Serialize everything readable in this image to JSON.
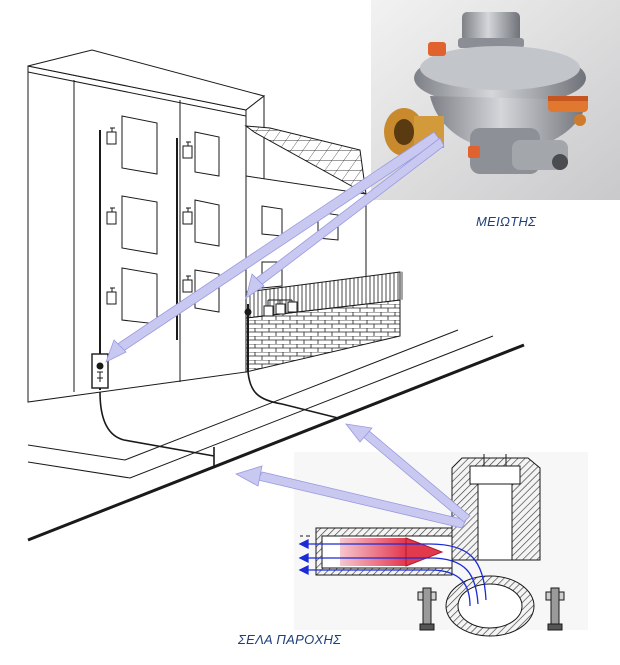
{
  "labels": {
    "regulator": "ΜΕΙΩΤΗΣ",
    "service_saddle": "ΣΕΛΑ ΠΑΡΟΧΗΣ"
  },
  "colors": {
    "line": "#1a1a1a",
    "arrow": "#c8c8f0",
    "arrow_edge": "#9a9ae0",
    "caption": "#1f3f7a",
    "regulator_body": "#a9acb2",
    "regulator_accent": "#e0622e",
    "saddle_flow": "#e23a4d",
    "saddle_hatch": "#404040",
    "saddle_flow_lines": "#1b2bd6"
  },
  "icons": [
    "gas-regulator-photo",
    "service-saddle-section",
    "gas-meter-icon"
  ]
}
